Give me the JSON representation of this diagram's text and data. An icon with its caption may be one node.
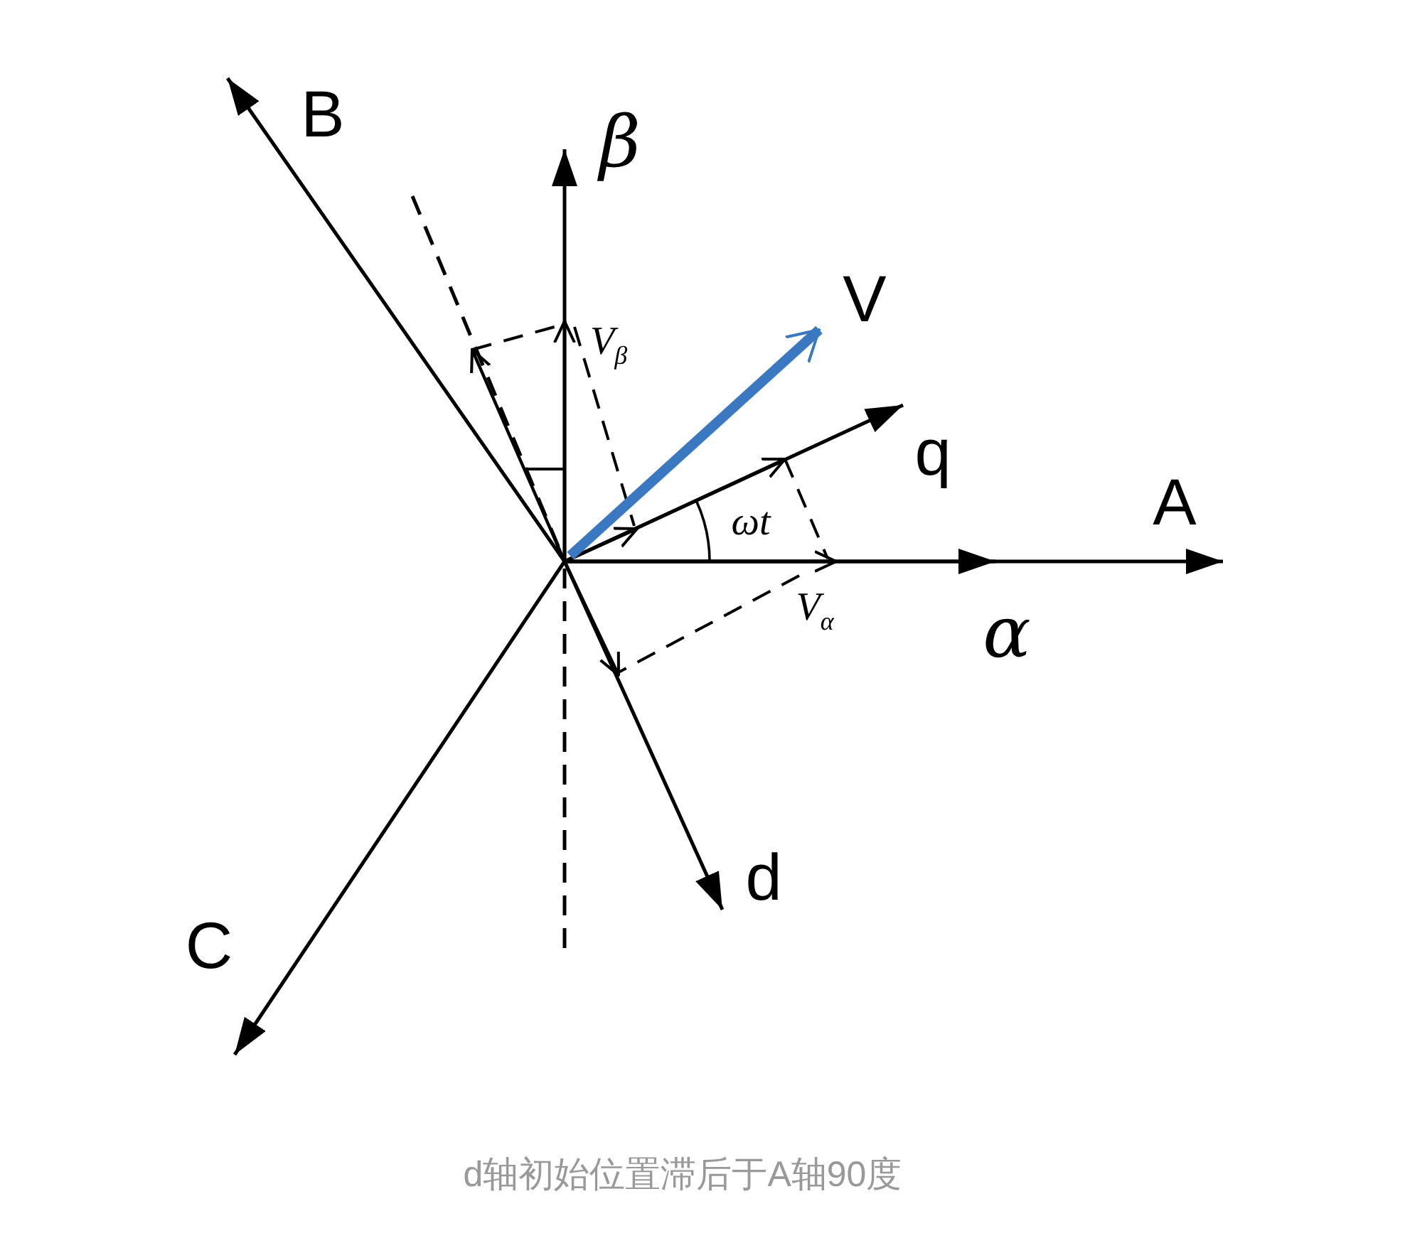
{
  "diagram": {
    "caption": "d轴初始位置滞后于A轴90度",
    "labels": [
      "B",
      "β",
      "V",
      "V$_{β}$",
      "q",
      "A",
      "ωt",
      "V$_{α}$",
      "α",
      "d",
      "C"
    ]
  }
}
